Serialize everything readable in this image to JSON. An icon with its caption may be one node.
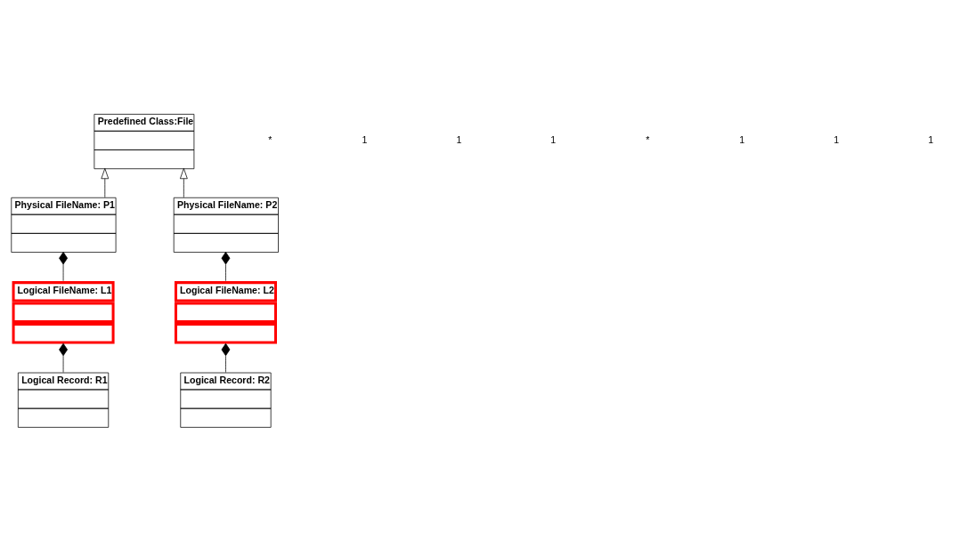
{
  "diagram": {
    "nodes": [
      {
        "text": [
          "Predefined Class:File"
        ]
      },
      {
        "text": [
          "Physical FileName: P1"
        ]
      },
      {
        "text": [
          "Physical FileName: P2"
        ]
      },
      {
        "text": [
          "Logical FileName: L1"
        ]
      },
      {
        "text": [
          "Logical FileName: L2"
        ]
      },
      {
        "text": [
          "Logical Record: R1"
        ]
      },
      {
        "text": [
          "Logical Record: R2"
        ]
      }
    ],
    "edges": [
      {
        "from": 1,
        "to": 0,
        "arrow": "to"
      },
      {
        "from": 2,
        "to": 0,
        "arrow": "to"
      },
      {
        "from": 1,
        "to": 3,
        "arrow": "other"
      },
      {
        "from": 2,
        "to": 4,
        "arrow": "other"
      },
      {
        "from": 3,
        "to": 5,
        "arrow": "other"
      },
      {
        "from": 4,
        "to": 6,
        "arrow": "other"
      }
    ],
    "labels": [
      "*",
      "1",
      "1",
      "1",
      "*",
      "1",
      "1",
      "1"
    ]
  }
}
